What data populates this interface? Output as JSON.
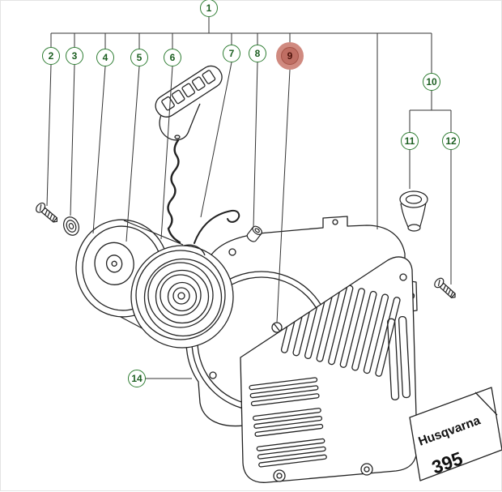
{
  "selected_callout": "9",
  "callouts": [
    {
      "label": "1"
    },
    {
      "label": "2"
    },
    {
      "label": "3"
    },
    {
      "label": "4"
    },
    {
      "label": "5"
    },
    {
      "label": "6"
    },
    {
      "label": "7"
    },
    {
      "label": "8"
    },
    {
      "label": "9"
    },
    {
      "label": "10"
    },
    {
      "label": "11"
    },
    {
      "label": "12"
    },
    {
      "label": "14"
    }
  ],
  "part_label": {
    "brand": "Husqvarna",
    "model": "395"
  },
  "colors": {
    "callout_ring": "#2e7d32",
    "callout_text": "#1b5e20",
    "highlight_fill": "#bf6e63",
    "highlight_halo": "#d08a80",
    "highlight_text": "#4d130b",
    "line_art": "#222222"
  }
}
